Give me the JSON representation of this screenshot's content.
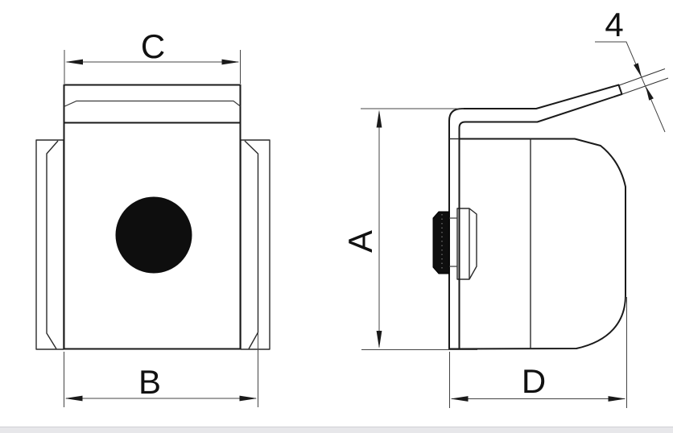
{
  "labels": {
    "width_top": "C",
    "width_base": "B",
    "height": "A",
    "depth": "D",
    "material_thickness": "4"
  },
  "colors": {
    "part_fill": "#e8e8e8",
    "outline": "#1a1a1a",
    "dim_line": "#444444",
    "label": "#111111",
    "hole_fill": "#0e0e0e",
    "footer_fill": "#e7e7ea",
    "footer_border": "#cfd0d4"
  }
}
